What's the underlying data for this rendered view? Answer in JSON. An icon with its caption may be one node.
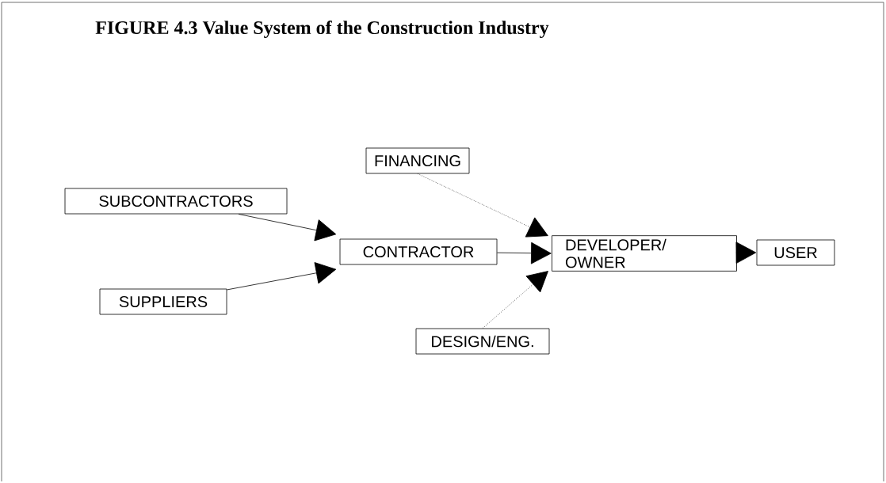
{
  "diagram": {
    "title": "FIGURE 4.3 Value System of the Construction Industry",
    "nodes": [
      {
        "text": [
          "FINANCING"
        ]
      },
      {
        "text": [
          "SUBCONTRACTORS"
        ]
      },
      {
        "text": [
          "CONTRACTOR"
        ]
      },
      {
        "text": [
          "DEVELOPER/ OWNER"
        ]
      },
      {
        "text": [
          "USER"
        ]
      },
      {
        "text": [
          "SUPPLIERS"
        ]
      },
      {
        "text": [
          "DESIGN/ENG."
        ]
      }
    ],
    "edges": [
      {
        "from": 1,
        "to": 2,
        "arrow": "to"
      },
      {
        "from": 5,
        "to": 2,
        "arrow": "to"
      },
      {
        "from": 0,
        "to": 3,
        "arrow": "to",
        "style": "dashed"
      },
      {
        "from": 2,
        "to": 3,
        "arrow": "to"
      },
      {
        "from": 6,
        "to": 3,
        "arrow": "to",
        "style": "dashed"
      },
      {
        "from": 3,
        "to": 4,
        "arrow": "to"
      }
    ]
  }
}
